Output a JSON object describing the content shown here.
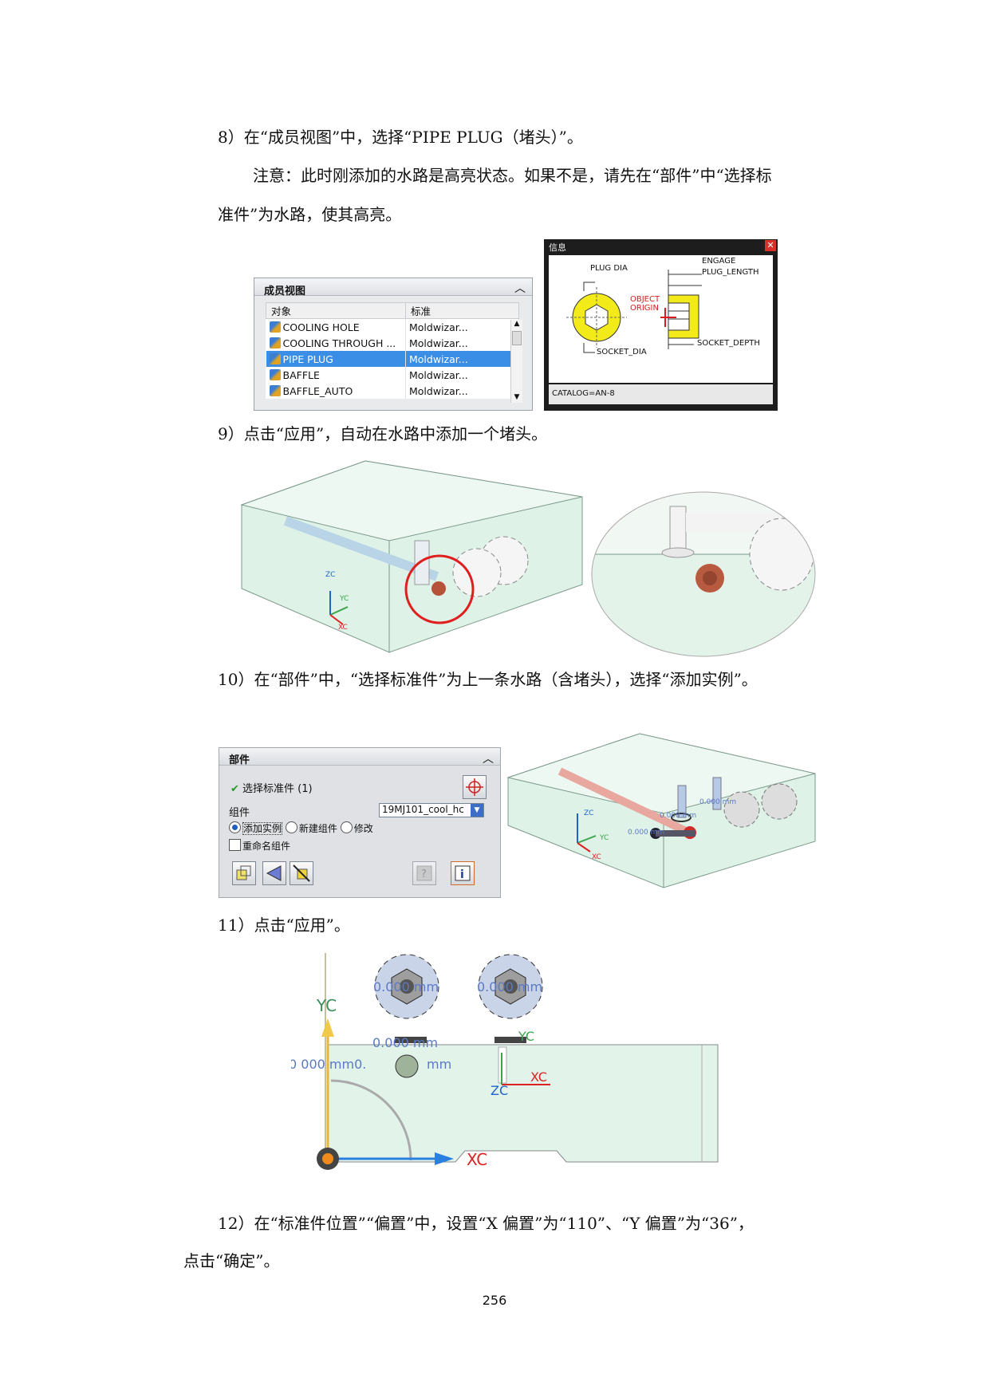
{
  "steps": {
    "s8": "8）在“成员视图”中，选择“PIPE PLUG（堵头）”。",
    "note_line1": "注意：此时刚添加的水路是高亮状态。如果不是，请先在“部件”中“选择标",
    "note_line2": "准件”为水路，使其高亮。",
    "s9": "9）点击“应用”，自动在水路中添加一个堵头。",
    "s10": "10）在“部件”中，“选择标准件”为上一条水路（含堵头），选择“添加实例”。",
    "s11": "11）点击“应用”。",
    "s12_line1": "12）在“标准件位置”“偏置”中，设置“X 偏置”为“110”、“Y 偏置”为“36”，",
    "s12_line2": "点击“确定”。"
  },
  "member_view": {
    "title": "成员视图",
    "columns": [
      "对象",
      "标准"
    ],
    "rows": [
      {
        "name": "COOLING HOLE",
        "std": "Moldwizar..."
      },
      {
        "name": "COOLING THROUGH ...",
        "std": "Moldwizar..."
      },
      {
        "name": "PIPE PLUG",
        "std": "Moldwizar...",
        "selected": true
      },
      {
        "name": "BAFFLE",
        "std": "Moldwizar..."
      },
      {
        "name": "BAFFLE_AUTO",
        "std": "Moldwizar..."
      }
    ]
  },
  "info_window": {
    "title": "信息",
    "labels": {
      "plug_dia": "PLUG DIA",
      "engage": "ENGAGE",
      "plug_length": "PLUG_LENGTH",
      "object": "OBJECT",
      "origin": "ORIGIN",
      "socket_dia": "SOCKET_DIA",
      "socket_depth": "SOCKET_DEPTH"
    },
    "catalog": "CATALOG=AN-8"
  },
  "parts_panel": {
    "title": "部件",
    "select_std": "选择标准件 (1)",
    "component_label": "组件",
    "component_value": "19MJ101_cool_hc",
    "radio": [
      "添加实例",
      "新建组件",
      "修改"
    ],
    "rename": "重命名组件"
  },
  "views": {
    "zc": "ZC",
    "yc": "YC",
    "xc": "XC",
    "dim": "0.000 mm",
    "dim_left": "0  000  mm0.",
    "dim_right": "mm"
  },
  "page_number": "256"
}
